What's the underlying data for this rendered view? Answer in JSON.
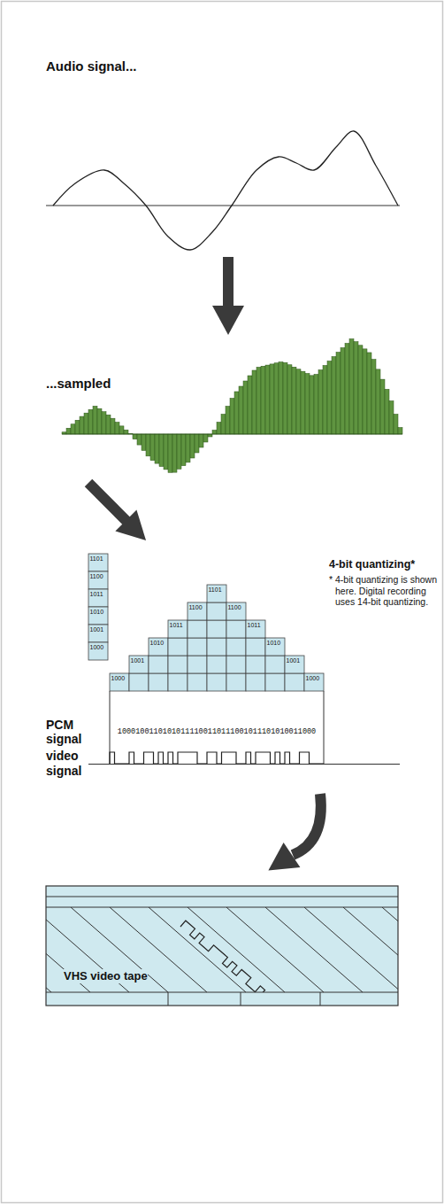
{
  "diagram": {
    "labels": [
      "Audio signal...",
      "...sampled",
      "4-bit quantizing*",
      "* 4-bit quantizing is shown here. Digital recording uses 14-bit quantizing.",
      "1101",
      "1100",
      "1011",
      "1010",
      "1001",
      "1000",
      "1000",
      "1001",
      "1010",
      "1011",
      "1100",
      "1101",
      "1100",
      "1011",
      "1010",
      "1001",
      "1000",
      "PCM signal",
      "10001001101010111100110111001011101010011000",
      "video signal",
      "VHS video tape"
    ]
  }
}
